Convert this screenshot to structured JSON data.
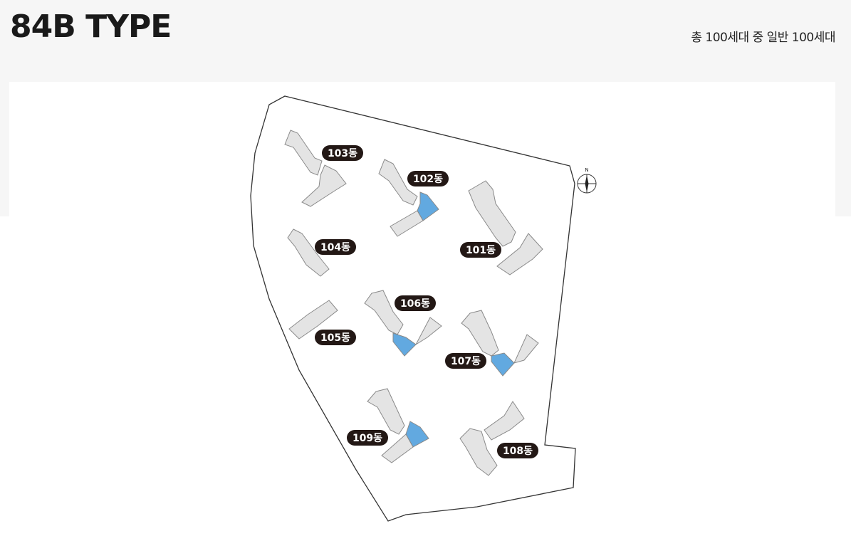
{
  "header": {
    "title": "84B TYPE",
    "unit_summary": "총 100세대 중 일반 100세대"
  },
  "compass": {
    "label": "N"
  },
  "colors": {
    "building_default": "#e4e4e4",
    "building_highlight": "#62a9e0",
    "label_bg": "#231815",
    "label_text": "#ffffff",
    "outline": "#333333"
  },
  "buildings": [
    {
      "label": "101동",
      "highlight": false
    },
    {
      "label": "102동",
      "highlight": true
    },
    {
      "label": "103동",
      "highlight": false
    },
    {
      "label": "104동",
      "highlight": false
    },
    {
      "label": "105동",
      "highlight": false
    },
    {
      "label": "106동",
      "highlight": true
    },
    {
      "label": "107동",
      "highlight": true
    },
    {
      "label": "108동",
      "highlight": false
    },
    {
      "label": "109동",
      "highlight": true
    }
  ]
}
